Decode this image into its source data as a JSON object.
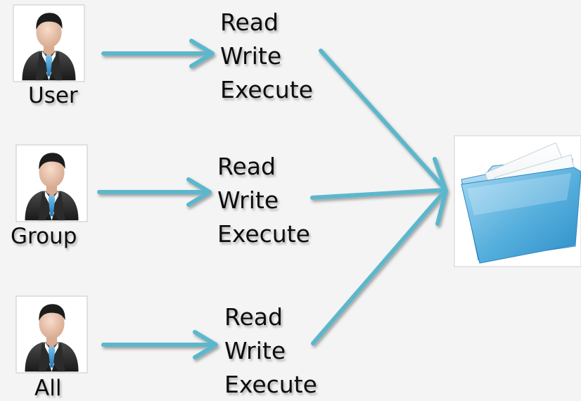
{
  "colors": {
    "background": "#f4f4f4",
    "arrow": "#5bb7cc",
    "text": "#111111",
    "folder_back": "#8cc8e8",
    "folder_front": "#4aa6d8"
  },
  "subjects": [
    {
      "id": "user",
      "name": "User",
      "icon": "user-avatar-icon",
      "permissions": [
        "Read",
        "Write",
        "Execute"
      ]
    },
    {
      "id": "group",
      "name": "Group",
      "icon": "user-avatar-icon",
      "permissions": [
        "Read",
        "Write",
        "Execute"
      ]
    },
    {
      "id": "all",
      "name": "All",
      "icon": "user-avatar-icon",
      "permissions": [
        "Read",
        "Write",
        "Execute"
      ]
    }
  ],
  "target": {
    "icon": "folder-icon"
  }
}
